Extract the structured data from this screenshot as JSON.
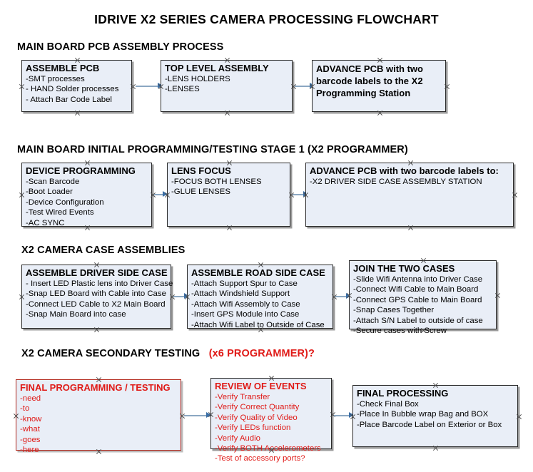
{
  "document": {
    "title": "IDRIVE X2  SERIES CAMERA PROCESSING FLOWCHART"
  },
  "colors": {
    "box_fill": "#e9eef7",
    "box_border": "#2b2b2b",
    "red_text": "#e01b18",
    "arrow_line": "#8ba7c2",
    "arrow_head": "#3b6ea5",
    "shadow": "#9b9b9b"
  },
  "sections": [
    {
      "heading": "MAIN BOARD PCB ASSEMBLY PROCESS",
      "heading_red": "",
      "nodes": [
        {
          "title": "ASSEMBLE PCB",
          "items": [
            "-SMT processes",
            "- HAND Solder processes",
            "- Attach Bar Code Label"
          ]
        },
        {
          "title": "TOP LEVEL ASSEMBLY",
          "items": [
            "-LENS HOLDERS",
            "-LENSES"
          ]
        },
        {
          "title": "ADVANCE PCB with two barcode labels to the  X2 Programming Station",
          "items": []
        }
      ]
    },
    {
      "heading": "MAIN BOARD INITIAL PROGRAMMING/TESTING STAGE 1 (X2 PROGRAMMER)",
      "heading_red": "",
      "nodes": [
        {
          "title": "DEVICE PROGRAMMING",
          "items": [
            "-Scan Barcode",
            "-Boot Loader",
            "-Device Configuration",
            "-Test Wired Events",
            "-AC SYNC"
          ]
        },
        {
          "title": "LENS FOCUS",
          "items": [
            "-FOCUS BOTH LENSES",
            "-GLUE LENSES"
          ]
        },
        {
          "title": "ADVANCE PCB with two barcode labels to:",
          "items": [
            "-X2 DRIVER  SIDE  CASE  ASSEMBLY STATION"
          ]
        }
      ]
    },
    {
      "heading": "X2 CAMERA CASE ASSEMBLIES",
      "heading_red": "",
      "nodes": [
        {
          "title": "ASSEMBLE DRIVER SIDE CASE",
          "items": [
            "- Insert LED Plastic lens into Driver Case",
            "-Snap LED Board with Cable into Case",
            "-Connect LED Cable to X2 Main Board",
            "-Snap Main Board into case"
          ]
        },
        {
          "title": "ASSEMBLE ROAD SIDE CASE",
          "items": [
            "-Attach Support Spur to Case",
            "-Attach Windshield Support",
            "-Attach Wifi Assembly to Case",
            "-Insert GPS Module into Case",
            "-Attach Wifi Label to Outside of Case"
          ]
        },
        {
          "title": "JOIN THE TWO CASES",
          "items": [
            "-Slide Wifi Antenna into Driver Case",
            "-Connect Wifi Cable to Main Board",
            "-Connect GPS Cable to Main Board",
            "-Snap Cases Together",
            "-Attach S/N Label to outside of case",
            "-Secure cases with Screw"
          ]
        }
      ]
    },
    {
      "heading": "X2 CAMERA SECONDARY TESTING",
      "heading_red": "(x6 PROGRAMMER)?",
      "nodes": [
        {
          "title": "FINAL PROGRAMMING / TESTING",
          "items": [
            "-need",
            "-to",
            "-know",
            "-what",
            "-goes",
            "-here"
          ]
        },
        {
          "title": "REVIEW OF EVENTS",
          "items": [
            "-Verify Transfer",
            "-Verify Correct Quantity",
            "-Verify Quality of Video",
            "-Verify LEDs function",
            "-Verify Audio",
            "-Verify BOTH Accelerometers",
            "-Test of accessory ports?"
          ]
        },
        {
          "title": "FINAL PROCESSING",
          "items": [
            " -Check Final Box",
            "-Place In Bubble wrap Bag and BOX",
            "-Place Barcode Label on Exterior or Box"
          ]
        }
      ]
    }
  ]
}
